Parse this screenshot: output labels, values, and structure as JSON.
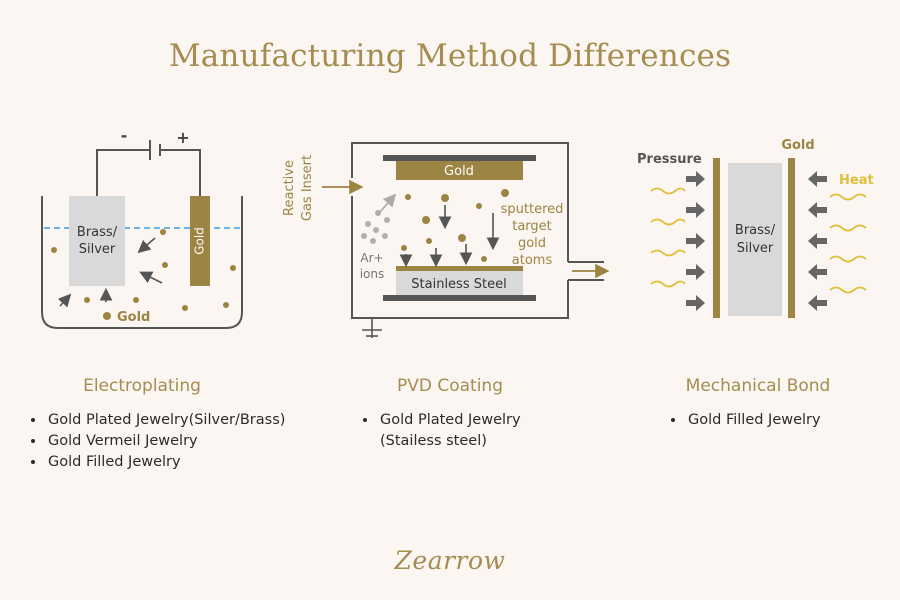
{
  "title": "Manufacturing Method Differences",
  "colors": {
    "gold": "#9c8443",
    "gray": "#d9d9d9",
    "dark": "#555555",
    "accent": "#a58c4f",
    "heat": "#e0bf3a",
    "liquid": "#3a9ee6"
  },
  "electroplating": {
    "minus": "-",
    "plus": "+",
    "brass_line1": "Brass/",
    "brass_line2": "Silver",
    "gold_bar": "Gold",
    "gold_label": "Gold",
    "title": "Electroplating",
    "items": [
      "Gold Plated Jewelry(Silver/Brass)",
      "Gold Vermeil Jewelry",
      "Gold Filled Jewelry"
    ]
  },
  "pvd": {
    "reactive_line1": "Reactive",
    "reactive_line2": "Gas Insert",
    "gold": "Gold",
    "stainless": "Stainless Steel",
    "ar_line1": "Ar+",
    "ar_line2": "ions",
    "sputter_line1": "sputtered",
    "sputter_line2": "target",
    "sputter_line3": "gold",
    "sputter_line4": "atoms",
    "title": "PVD Coating",
    "items": [
      "Gold Plated Jewelry",
      "(Stailess steel)"
    ]
  },
  "mechanical": {
    "pressure": "Pressure",
    "gold": "Gold",
    "heat": "Heat",
    "brass_line1": "Brass/",
    "brass_line2": "Silver",
    "title": "Mechanical Bond",
    "items": [
      "Gold Filled Jewelry"
    ]
  },
  "logo": "Zearrow"
}
